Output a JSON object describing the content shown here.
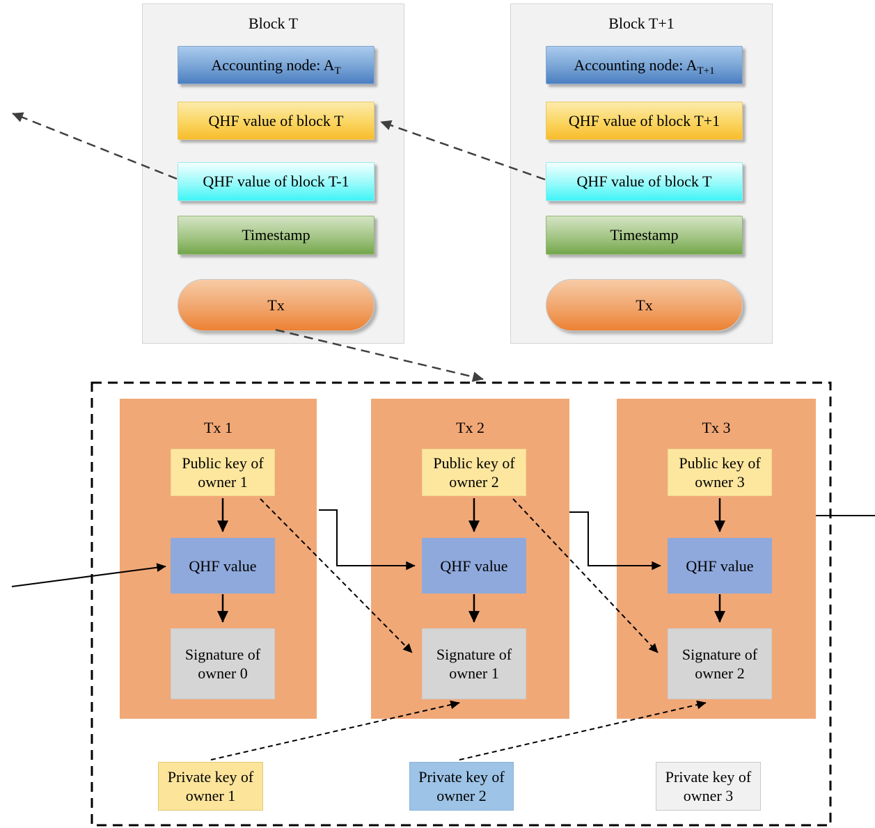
{
  "colors": {
    "accounting_blue_top": "#ABCBEE",
    "accounting_blue_bottom": "#4C7FC1",
    "qhf_yellow_top": "#FCEBAB",
    "qhf_yellow_bottom": "#F8BC2C",
    "qhf_prev_cyan_top": "#F2FFFF",
    "qhf_prev_cyan_bottom": "#40F4F6",
    "timestamp_green_top": "#D4E4C4",
    "timestamp_green_bottom": "#73A74B",
    "tx_pill_top": "#F7CBA6",
    "tx_pill_bottom": "#EC8134",
    "tx_box_orange": "#F1A877",
    "public_key_yellow": "#FDE69E",
    "qhf_value_blue": "#8FA9DC",
    "signature_gray": "#D5D5D5",
    "private_key_yellow": "#FCE49B",
    "private_key_blue": "#9DC3E6",
    "private_key_gray": "#F1F1F1",
    "block_container_gray": "#F2F2F2",
    "dashed_arrow_dark": "#3F3F3F",
    "solid_arrow_black": "#000000"
  },
  "blocks": [
    {
      "title": "Block T",
      "accounting": {
        "main": "Accounting node: A",
        "sub": "T"
      },
      "qhf_current": "QHF value of block T",
      "qhf_previous": "QHF value of block T-1",
      "timestamp": "Timestamp",
      "tx": "Tx"
    },
    {
      "title": "Block T+1",
      "accounting": {
        "main": "Accounting node: A",
        "sub": "T+1"
      },
      "qhf_current": "QHF value of block T+1",
      "qhf_previous": "QHF value of block T",
      "timestamp": "Timestamp",
      "tx": "Tx"
    }
  ],
  "transactions": [
    {
      "title": "Tx 1",
      "public_key": "Public key of owner 1",
      "qhf": "QHF value",
      "signature": "Signature of owner 0"
    },
    {
      "title": "Tx 2",
      "public_key": "Public key of owner 2",
      "qhf": "QHF value",
      "signature": "Signature of owner 1"
    },
    {
      "title": "Tx 3",
      "public_key": "Public key of owner 3",
      "qhf": "QHF value",
      "signature": "Signature of owner 2"
    }
  ],
  "private_keys": [
    {
      "label": "Private key of owner 1"
    },
    {
      "label": "Private key of owner 2"
    },
    {
      "label": "Private key of owner 3"
    }
  ]
}
